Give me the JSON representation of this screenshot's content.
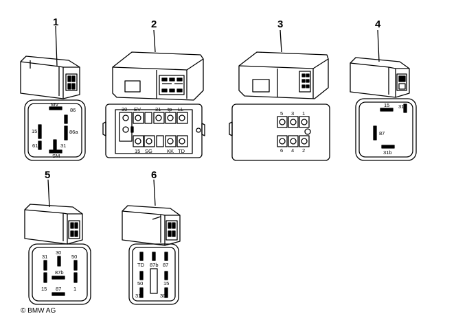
{
  "copyright": "© BMW AG",
  "relays": [
    {
      "number": "1",
      "pins": [
        "MV",
        "86",
        "15",
        "86a",
        "61",
        "SM",
        "31"
      ]
    },
    {
      "number": "2",
      "pins": [
        "30",
        "EV",
        "31",
        "tp",
        "LL",
        "15",
        "SG",
        "KK",
        "TD"
      ]
    },
    {
      "number": "3",
      "pins": [
        "5",
        "3",
        "1",
        "6",
        "4",
        "2"
      ]
    },
    {
      "number": "4",
      "pins": [
        "15",
        "31",
        "87",
        "31b"
      ]
    },
    {
      "number": "5",
      "pins": [
        "31",
        "30",
        "50",
        "87b",
        "15",
        "87",
        "1"
      ]
    },
    {
      "number": "6",
      "pins": [
        "TD",
        "87b",
        "87",
        "50",
        "15",
        "31",
        "30"
      ]
    }
  ]
}
